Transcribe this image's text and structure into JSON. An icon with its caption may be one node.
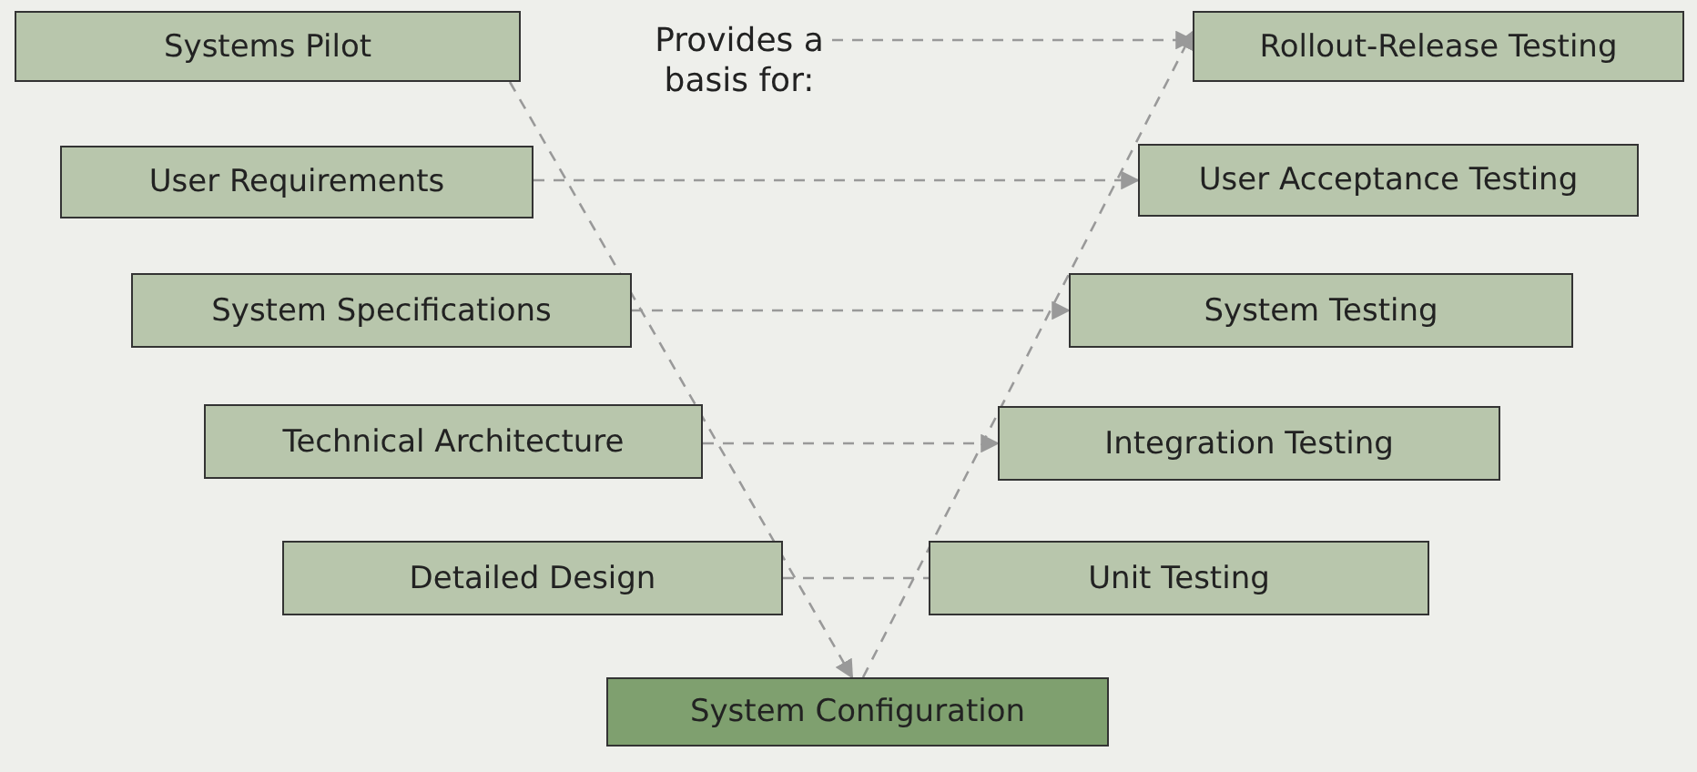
{
  "diagram": {
    "nodes": [
      {
        "text": [
          "Systems Pilot"
        ]
      },
      {
        "text": [
          "Provides a basis for:"
        ]
      },
      {
        "text": [
          "Rollout-Release Testing"
        ]
      },
      {
        "text": [
          "User Requirements"
        ]
      },
      {
        "text": [
          "User Acceptance Testing"
        ]
      },
      {
        "text": [
          "System Specifications"
        ]
      },
      {
        "text": [
          "System Testing"
        ]
      },
      {
        "text": [
          "Technical Architecture"
        ]
      },
      {
        "text": [
          "Integration Testing"
        ]
      },
      {
        "text": [
          "Detailed Design"
        ]
      },
      {
        "text": [
          "Unit Testing"
        ]
      },
      {
        "text": [
          "System Configuration"
        ]
      }
    ],
    "edges": [
      {
        "from": 0,
        "to": 11,
        "arrow": "to"
      },
      {
        "from": 11,
        "to": 2,
        "arrow": "to"
      },
      {
        "from": 1,
        "to": 2,
        "arrow": "to"
      },
      {
        "from": 3,
        "to": 4,
        "arrow": "to"
      },
      {
        "from": 5,
        "to": 6,
        "arrow": "to"
      },
      {
        "from": 7,
        "to": 8,
        "arrow": "to"
      },
      {
        "from": 9,
        "to": 10,
        "arrow": "none"
      }
    ]
  }
}
